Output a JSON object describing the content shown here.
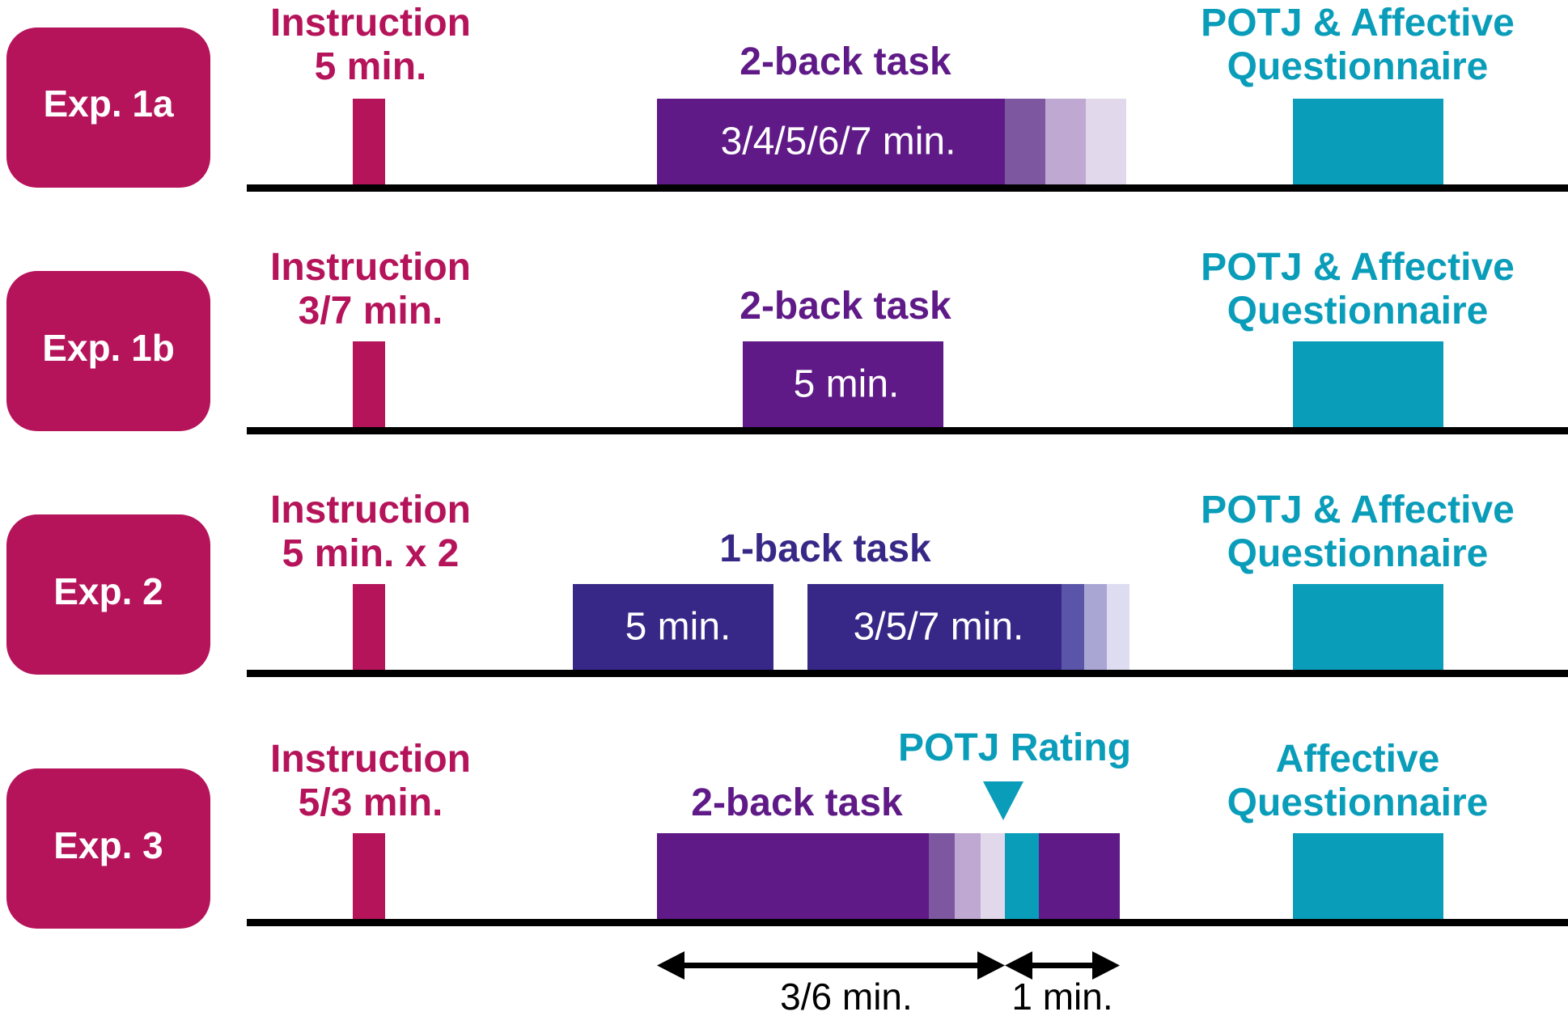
{
  "colors": {
    "magenta": "#b5135a",
    "purple": "#5f1a87",
    "navy": "#372887",
    "teal": "#0a9dba",
    "black": "#000000",
    "purple_fade": [
      "#7d58a0",
      "#bfa9d2",
      "#e2d8eb"
    ],
    "navy_fade": [
      "#5a55a8",
      "#a9a6d4",
      "#dedcf0"
    ]
  },
  "rows": [
    {
      "exp_label": "Exp. 1a",
      "instruction": [
        "Instruction",
        "5 min."
      ],
      "task_label": "2-back task",
      "task_bar_text": "3/4/5/6/7 min.",
      "questionnaire": [
        "POTJ & Affective",
        "Questionnaire"
      ]
    },
    {
      "exp_label": "Exp. 1b",
      "instruction": [
        "Instruction",
        "3/7 min."
      ],
      "task_label": "2-back task",
      "task_bar_text": "5 min.",
      "questionnaire": [
        "POTJ & Affective",
        "Questionnaire"
      ]
    },
    {
      "exp_label": "Exp. 2",
      "instruction": [
        "Instruction",
        "5 min. x 2"
      ],
      "task_label": "1-back task",
      "task_bar_text_a": "5 min.",
      "task_bar_text_b": "3/5/7 min.",
      "questionnaire": [
        "POTJ & Affective",
        "Questionnaire"
      ]
    },
    {
      "exp_label": "Exp. 3",
      "instruction": [
        "Instruction",
        "5/3 min."
      ],
      "task_label": "2-back task",
      "rating_label": "POTJ Rating",
      "questionnaire": [
        "Affective",
        "Questionnaire"
      ],
      "arrow_labels": [
        "3/6 min.",
        "1 min."
      ]
    }
  ]
}
